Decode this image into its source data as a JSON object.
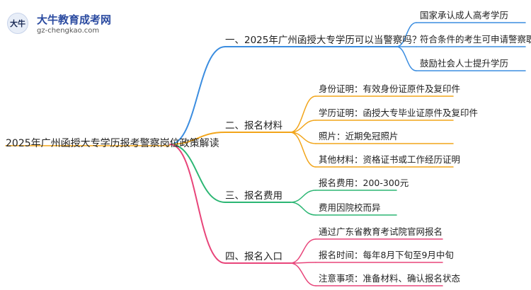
{
  "logo": {
    "name": "大牛教育成考网",
    "url": "gz-chengkao.com",
    "glyph": "大牛"
  },
  "root": "2025年广州函授大专学历报考警察岗位政策解读",
  "branches": [
    {
      "label": "一、2025年广州函授大专学历可以当警察吗？",
      "color": "#3b8de0",
      "children": [
        "国家承认成人高考学历",
        "符合条件的考生可申请警察职位",
        "鼓励社会人士提升学历"
      ]
    },
    {
      "label": "二、报名材料",
      "color": "#f2a51a",
      "children": [
        "身份证明：有效身份证原件及复印件",
        "学历证明：函授大专毕业证原件及复印件",
        "照片：近期免冠照片",
        "其他材料：资格证书或工作经历证明"
      ]
    },
    {
      "label": "三、报名费用",
      "color": "#2bb673",
      "children": [
        "报名费用：200-300元",
        "费用因院校而异"
      ]
    },
    {
      "label": "四、报名入口",
      "color": "#e8457a",
      "children": [
        "通过广东省教育考试院官网报名",
        "报名时间：每年8月下旬至9月中旬",
        "注意事项：准备材料、确认报名状态"
      ]
    }
  ]
}
